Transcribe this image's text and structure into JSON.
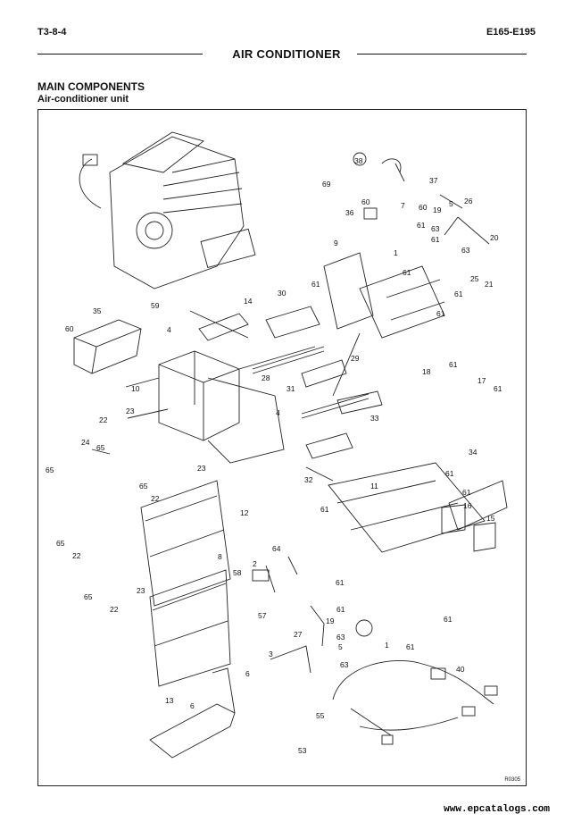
{
  "header": {
    "left": "T3-8-4",
    "right": "E165-E195"
  },
  "title": "AIR CONDITIONER",
  "section": "MAIN COMPONENTS",
  "subsection": "Air-conditioner unit",
  "figure": {
    "code": "R0305",
    "part_numbers": [
      "1",
      "2",
      "3",
      "4",
      "5",
      "6",
      "7",
      "8",
      "9",
      "10",
      "11",
      "12",
      "13",
      "14",
      "15",
      "16",
      "17",
      "18",
      "19",
      "20",
      "22",
      "23",
      "24",
      "25",
      "26",
      "27",
      "28",
      "29",
      "30",
      "31",
      "32",
      "33",
      "34",
      "35",
      "36",
      "37",
      "38",
      "40",
      "53",
      "55",
      "57",
      "58",
      "59",
      "60",
      "61",
      "63",
      "64",
      "65",
      "69"
    ]
  },
  "watermark": "www.epcatalogs.com"
}
